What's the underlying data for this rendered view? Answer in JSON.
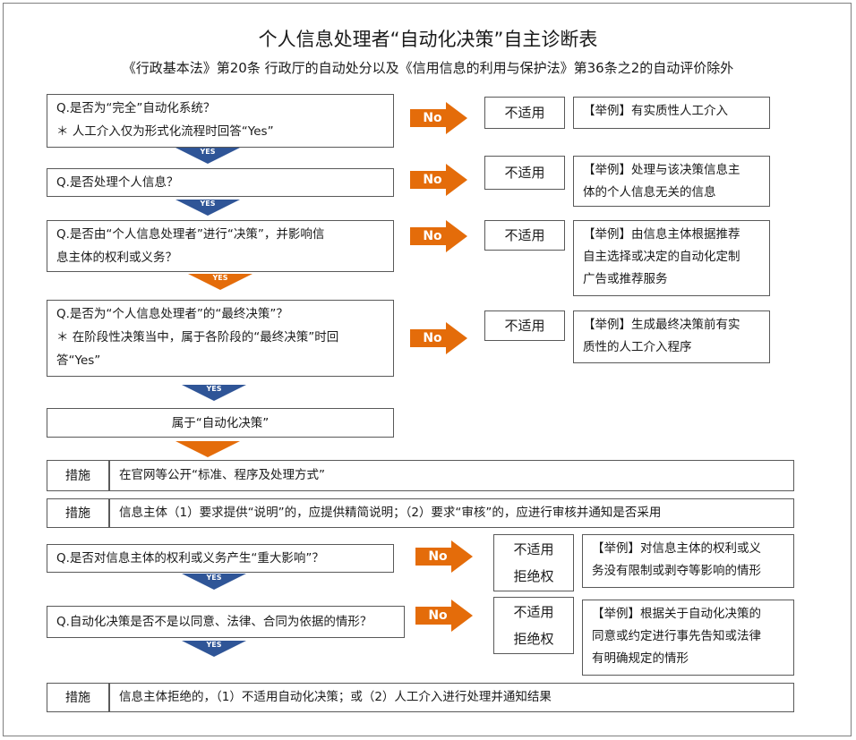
{
  "title": "个人信息处理者“自动化决策”自主诊断表",
  "subtitle": "《行政基本法》第20条 行政厅的自动处分以及《信用信息的利用与保护法》第36条之2的自动评价除外",
  "no_label": "No",
  "yes_label": "YES",
  "questions": [
    {
      "lines": [
        "Q.是否为“完全”自动化系统？",
        "＊ 人工介入仅为形式化流程时回答“Yes”"
      ]
    },
    {
      "lines": [
        "Q.是否处理个人信息？"
      ]
    },
    {
      "lines": [
        "Q.是否由“个人信息处理者”进行“决策”，并影响信",
        "息主体的权利或义务？"
      ]
    },
    {
      "lines": [
        "Q.是否为“个人信息处理者”的“最终决策”？",
        "＊ 在阶段性决策当中，属于各阶段的“最终决策”时回",
        "答“Yes”"
      ]
    }
  ],
  "not_applicable": "不适用",
  "refusal_right": "拒绝权",
  "examples": [
    {
      "lines": [
        "【举例】有实质性人工介入"
      ]
    },
    {
      "lines": [
        "【举例】处理与该决策信息主",
        "体的个人信息无关的信息"
      ]
    },
    {
      "lines": [
        "【举例】由信息主体根据推荐",
        "自主选择或决定的自动化定制",
        "广告或推荐服务"
      ]
    },
    {
      "lines": [
        "【举例】生成最终决策前有实",
        "质性的人工介入程序"
      ]
    }
  ],
  "result_box": "属于“自动化决策”",
  "measure_label": "措施",
  "measures": [
    "在官网等公开“标准、程序及处理方式”",
    "信息主体（1）要求提供“说明”的，应提供精简说明；（2）要求“审核”的，应进行审核并通知是否采用",
    "信息主体拒绝的，（1）不适用自动化决策；或（2）人工介入进行处理并通知结果"
  ],
  "lower_questions": [
    {
      "lines": [
        "Q.是否对信息主体的权利或义务产生“重大影响”？"
      ]
    },
    {
      "lines": [
        "Q.自动化决策是否不是以同意、法律、合同为依据的情形？"
      ]
    }
  ],
  "lower_examples": [
    {
      "lines": [
        "【举例】对信息主体的权利或义",
        "务没有限制或剥夺等影响的情形"
      ]
    },
    {
      "lines": [
        "【举例】根据关于自动化决策的",
        "同意或约定进行事先告知或法律",
        "有明确规定的情形"
      ]
    }
  ],
  "colors": {
    "no_arrow": "#e46c0a",
    "yes_arrow": "#2f5597",
    "plain_down_arrow": "#e46c0a"
  }
}
